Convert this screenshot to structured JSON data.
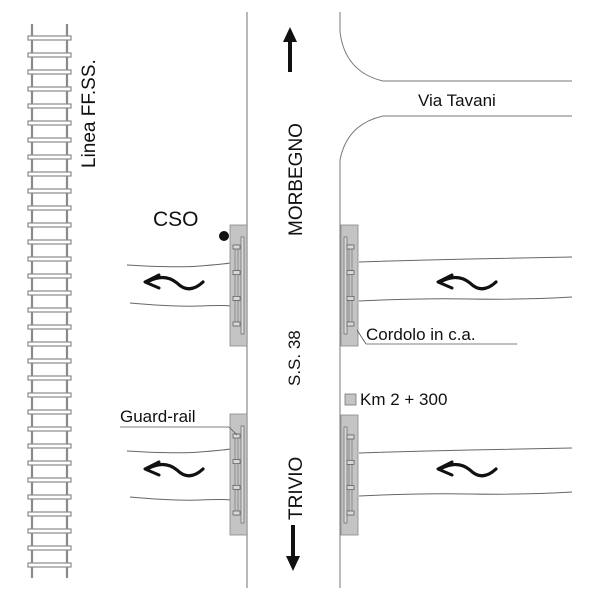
{
  "labels": {
    "railway": "Linea FF.SS.",
    "direction_north": "MORBEGNO",
    "direction_south": "TRIVIO",
    "road_name": "S.S. 38",
    "side_street": "Via Tavani",
    "cso": "CSO",
    "curb": "Cordolo in c.a.",
    "guardrail": "Guard-rail",
    "km_marker": "Km 2 + 300"
  },
  "icons": {
    "north_arrow": "arrow-up-icon",
    "south_arrow": "arrow-down-icon",
    "flow_arrow": "wavy-arrow-left-icon",
    "cso_point": "dot-icon",
    "km_marker": "square-marker-icon"
  },
  "colors": {
    "line": "#8a8a8a",
    "structure_fill": "#c4c4c4",
    "text": "#111111"
  },
  "culverts": [
    {
      "id": "upper-left"
    },
    {
      "id": "upper-right"
    },
    {
      "id": "lower-left"
    },
    {
      "id": "lower-right"
    }
  ]
}
